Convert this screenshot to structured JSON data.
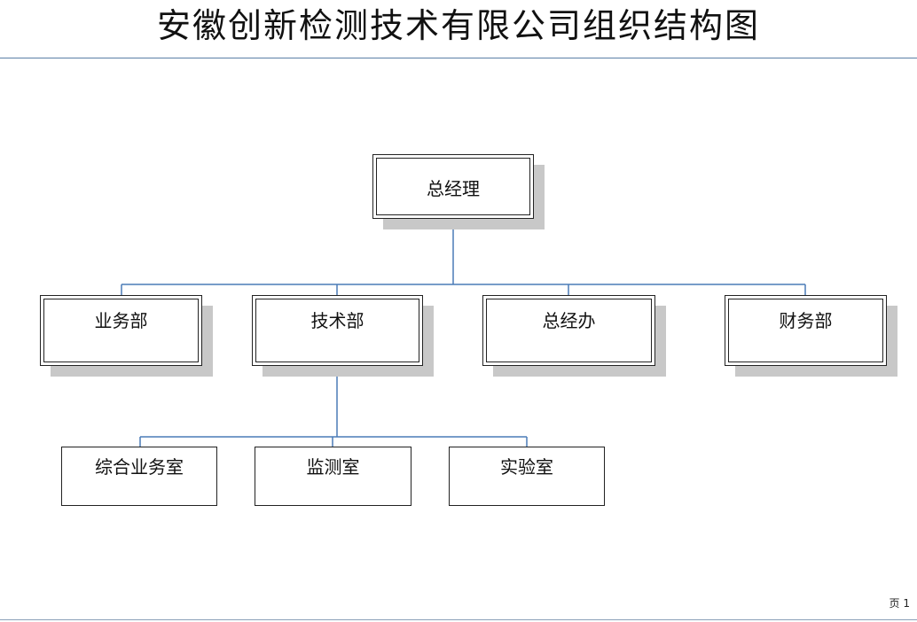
{
  "title": "安徽创新检测技术有限公司组织结构图",
  "nodes": {
    "ceo": "总经理",
    "business": "业务部",
    "tech": "技术部",
    "general_office": "总经办",
    "finance": "财务部",
    "general_business_room": "综合业务室",
    "monitoring_room": "监测室",
    "laboratory": "实验室"
  },
  "footer": {
    "page": "页 1"
  },
  "colors": {
    "connector": "#4a7bb7",
    "rule": "#5b7fa6",
    "shadow": "#c8c8c8"
  }
}
